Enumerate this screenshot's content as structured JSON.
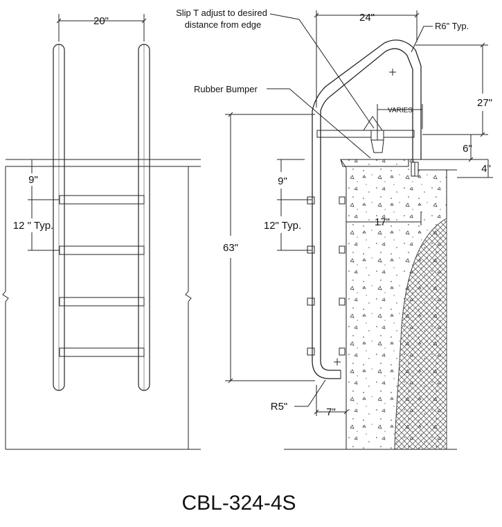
{
  "title": "CBL-324-4S",
  "front_view": {
    "width_label": "20\"",
    "first_step_label": "9\"",
    "step_spacing_label": "12 \" Typ."
  },
  "side_view": {
    "handrail_width_label": "24\"",
    "slip_t_note": "Slip T adjust to desired distance from edge",
    "slip_t_note_line1": "Slip T adjust to desired",
    "slip_t_note_line2": "distance from edge",
    "radius_top_label": "R6\" Typ.",
    "rubber_bumper_label": "Rubber Bumper",
    "varies_label": "VARIES",
    "handrail_height_label": "27\"",
    "anchor_label": "6\"",
    "deck_thickness_label": "4\"",
    "first_step_label": "9\"",
    "step_spacing_label": "12\" Typ.",
    "overall_height_label": "63\"",
    "wall_offset_label": "17\"",
    "radius_bottom_label": "R5\"",
    "bottom_offset_label": "7\""
  },
  "colors": {
    "line": "#222222",
    "hatch": "#555555",
    "concrete_dot": "#333333"
  }
}
